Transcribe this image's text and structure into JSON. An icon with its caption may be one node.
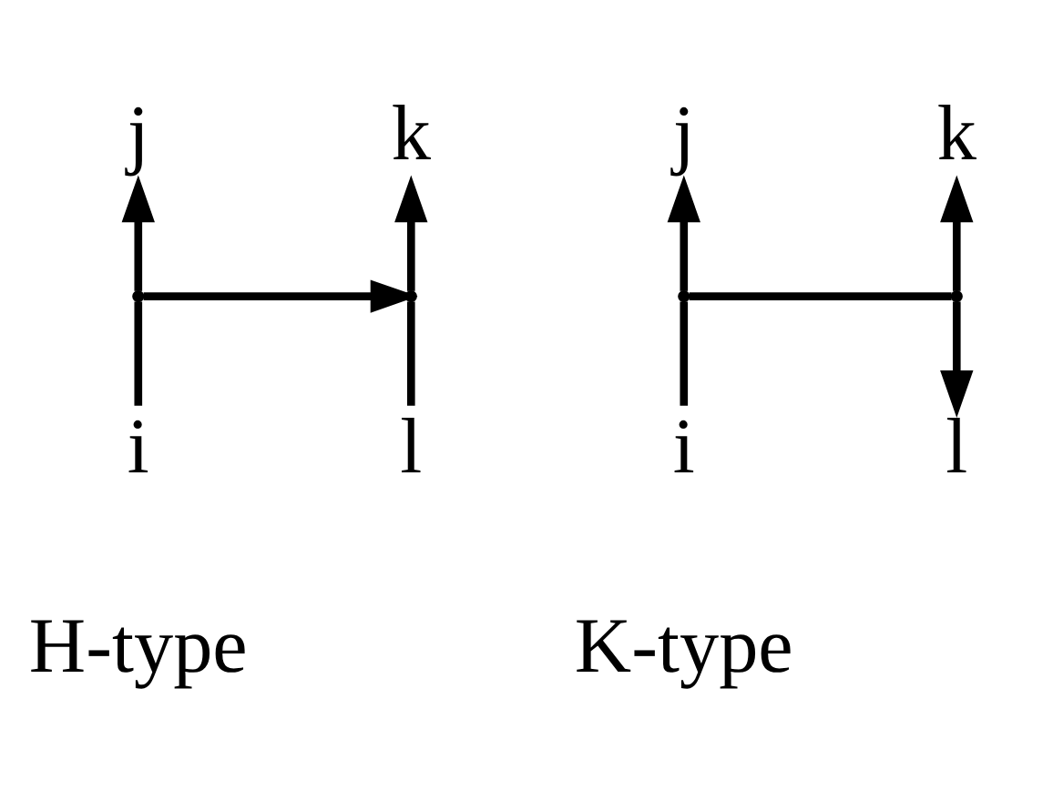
{
  "diagram": {
    "nodes": [
      {
        "text": [
          "j"
        ]
      },
      {
        "text": [
          "k"
        ]
      },
      {
        "text": [],
        "shape": "point"
      },
      {
        "text": [],
        "shape": "point"
      },
      {
        "text": [
          "i"
        ]
      },
      {
        "text": [
          "l"
        ]
      },
      {
        "text": [
          "j"
        ]
      },
      {
        "text": [
          "k"
        ]
      },
      {
        "text": [],
        "shape": "point"
      },
      {
        "text": [],
        "shape": "point"
      },
      {
        "text": [
          "i"
        ]
      },
      {
        "text": [
          "l"
        ]
      }
    ],
    "edges": [
      {
        "from": 4,
        "to": 2,
        "arrow": "none"
      },
      {
        "from": 2,
        "to": 0,
        "arrow": "to"
      },
      {
        "from": 5,
        "to": 3,
        "arrow": "none"
      },
      {
        "from": 3,
        "to": 1,
        "arrow": "to"
      },
      {
        "from": 2,
        "to": 3,
        "arrow": "to"
      },
      {
        "from": 10,
        "to": 8,
        "arrow": "none"
      },
      {
        "from": 8,
        "to": 6,
        "arrow": "to"
      },
      {
        "from": 8,
        "to": 9,
        "arrow": "none"
      },
      {
        "from": 9,
        "to": 7,
        "arrow": "to"
      },
      {
        "from": 9,
        "to": 11,
        "arrow": "to"
      }
    ],
    "labels": [
      "H-type",
      "K-type"
    ]
  }
}
